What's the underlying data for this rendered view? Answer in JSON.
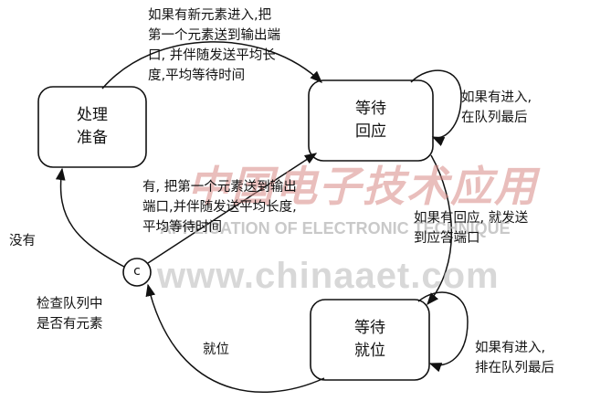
{
  "nodes": {
    "prepare": "处理\n准备",
    "wait_reply": "等待\n回应",
    "wait_ready": "等待\n就位",
    "check_circle": "c"
  },
  "edges": {
    "top_arc": "如果有新元素进入,把\n第一个元素送到输出端\n口, 并伴随发送平均长\n度,平均等待时间",
    "self_reply": "如果有进入,\n在队列最后",
    "reply_to_ready": "如果有回应, 就发送\n到应答端口",
    "self_ready": "如果有进入,\n排在队列最后",
    "ready_to_check": "就位",
    "check_to_prepare": "没有",
    "check_caption": "检查队列中\n是否有元素",
    "check_to_reply": "有, 把第一个元素送到输出\n端口,并伴随发送平均长度,\n平均等待时间"
  },
  "watermark": {
    "cn": "中国电子技术应用",
    "en": "APPLICATION OF ELECTRONIC TECHNIQUE",
    "url": "www.chinaaet.com"
  },
  "colors": {
    "ink": "#111111",
    "watermark_red": "#d88a86",
    "watermark_gray": "#c8c8c8"
  }
}
